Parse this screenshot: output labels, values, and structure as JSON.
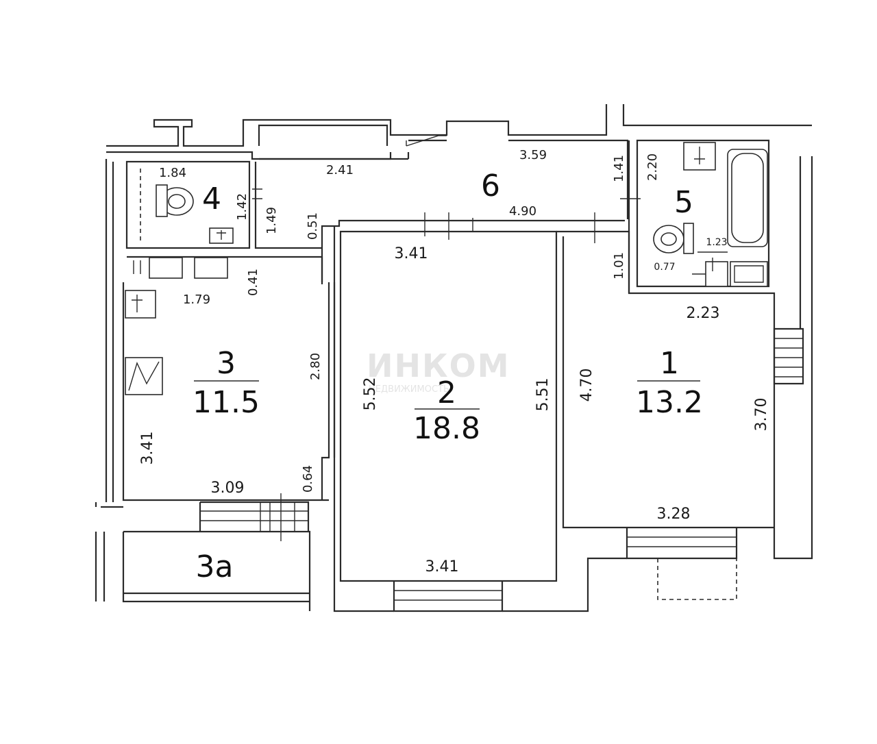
{
  "rooms": [
    {
      "number": "1",
      "area": "13.2"
    },
    {
      "number": "2",
      "area": "18.8"
    },
    {
      "number": "3",
      "area": "11.5"
    },
    {
      "number": "3a"
    },
    {
      "number": "4"
    },
    {
      "number": "5"
    },
    {
      "number": "6"
    }
  ],
  "dimensions": {
    "d_1_84": "1.84",
    "d_2_41": "2.41",
    "d_3_59": "3.59",
    "d_1_41": "1.41",
    "d_2_20": "2.20",
    "d_1_42": "1.42",
    "d_1_49": "1.49",
    "d_0_51": "0.51",
    "d_4_90": "4.90",
    "d_3_41_top": "3.41",
    "d_1_23": "1.23",
    "d_0_77": "0.77",
    "d_1_01": "1.01",
    "d_0_41": "0.41",
    "d_1_79": "1.79",
    "d_2_23": "2.23",
    "d_2_80": "2.80",
    "d_5_52": "5.52",
    "d_5_51": "5.51",
    "d_4_70": "4.70",
    "d_3_70": "3.70",
    "d_3_41_left": "3.41",
    "d_3_09": "3.09",
    "d_0_64": "0.64",
    "d_3_28": "3.28",
    "d_3_41_bottom": "3.41"
  },
  "watermark": {
    "brand": "ИНКОМ",
    "tagline": "НЕДВИЖИМОСТЬ"
  }
}
